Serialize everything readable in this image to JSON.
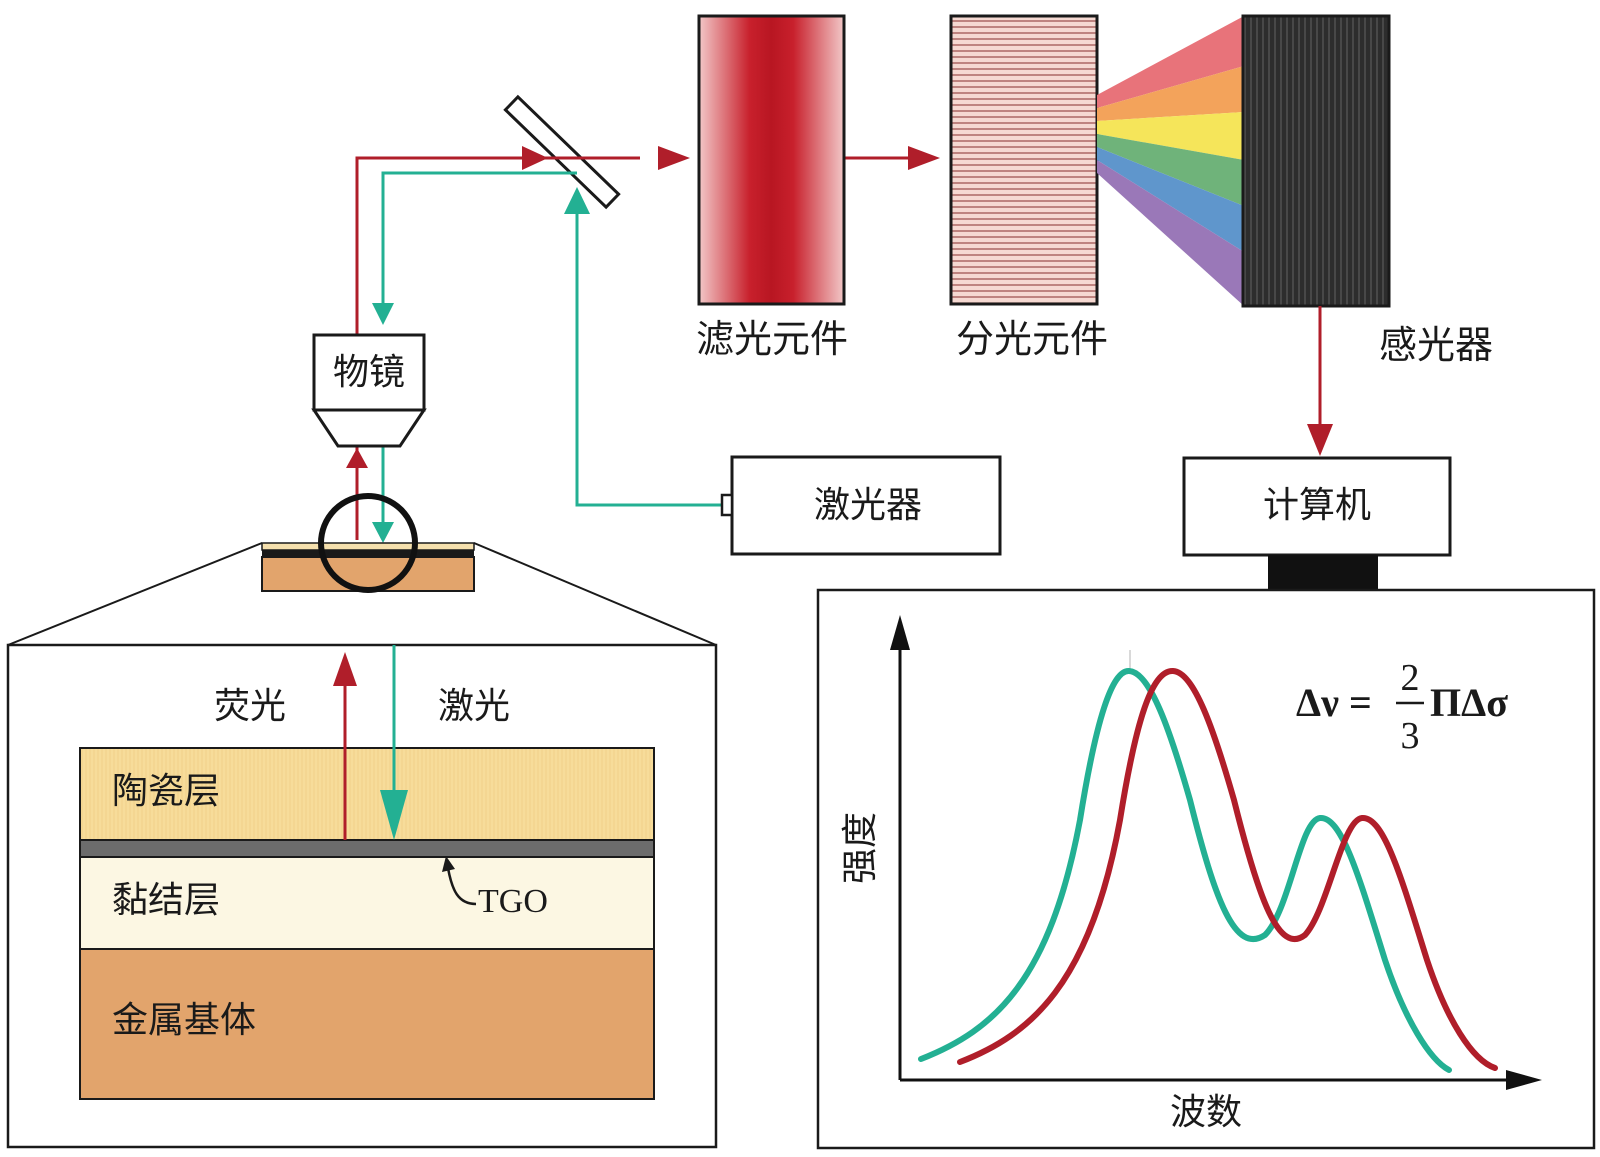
{
  "components": {
    "filter": "滤光元件",
    "splitter": "分光元件",
    "sensor": "感光器",
    "objective": "物镜",
    "laser_source": "激光器",
    "computer": "计算机"
  },
  "beams": {
    "fluorescence": "荧光",
    "laser": "激光"
  },
  "layers": {
    "ceramic": "陶瓷层",
    "tgo": "TGO",
    "bond": "黏结层",
    "substrate": "金属基体"
  },
  "plot": {
    "ylabel": "强度",
    "xlabel": "波数",
    "formula": {
      "lhs": "Δν =",
      "numerator": "2",
      "denominator": "3",
      "rhs": "ΠΔσ"
    }
  },
  "colors": {
    "red_beam": "#b01e2a",
    "teal_beam": "#23b093",
    "ceramic": "#f7dc9a",
    "bond": "#fcf7e3",
    "substrate": "#e2a46c",
    "tgo": "#6c6c6c",
    "spectrum": [
      "#e8737a",
      "#f3a35b",
      "#f5e55a",
      "#6fb37a",
      "#5f96cc",
      "#9a78b8"
    ]
  }
}
